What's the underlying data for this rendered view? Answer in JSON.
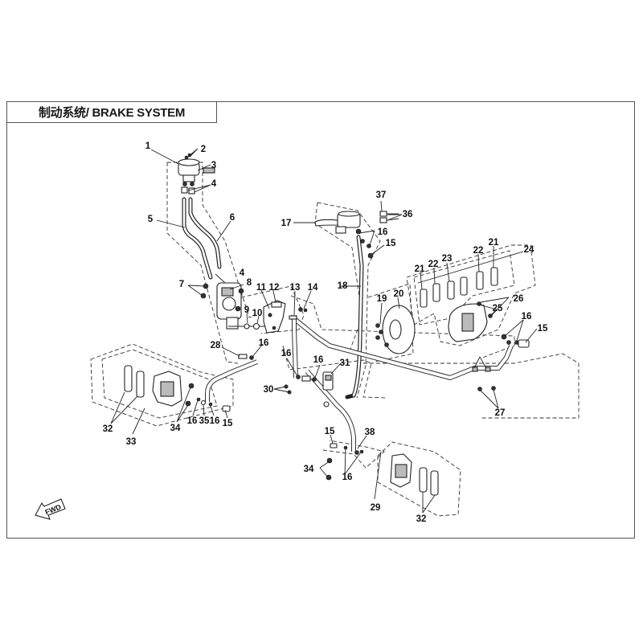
{
  "title": "制动系统/ BRAKE SYSTEM",
  "fwd_label": "FWD",
  "callouts": [
    {
      "id": "c1",
      "text": "1"
    },
    {
      "id": "c2",
      "text": "2"
    },
    {
      "id": "c3",
      "text": "3"
    },
    {
      "id": "c4a",
      "text": "4"
    },
    {
      "id": "c5",
      "text": "5"
    },
    {
      "id": "c6",
      "text": "6"
    },
    {
      "id": "c4b",
      "text": "4"
    },
    {
      "id": "c7",
      "text": "7"
    },
    {
      "id": "c8",
      "text": "8"
    },
    {
      "id": "c9",
      "text": "9"
    },
    {
      "id": "c10",
      "text": "10"
    },
    {
      "id": "c11",
      "text": "11"
    },
    {
      "id": "c12",
      "text": "12"
    },
    {
      "id": "c13",
      "text": "13"
    },
    {
      "id": "c14",
      "text": "14"
    },
    {
      "id": "c15a",
      "text": "15"
    },
    {
      "id": "c16a",
      "text": "16"
    },
    {
      "id": "c17",
      "text": "17"
    },
    {
      "id": "c18",
      "text": "18"
    },
    {
      "id": "c19",
      "text": "19"
    },
    {
      "id": "c20",
      "text": "20"
    },
    {
      "id": "c21a",
      "text": "21"
    },
    {
      "id": "c22a",
      "text": "22"
    },
    {
      "id": "c23",
      "text": "23"
    },
    {
      "id": "c22b",
      "text": "22"
    },
    {
      "id": "c21b",
      "text": "21"
    },
    {
      "id": "c24",
      "text": "24"
    },
    {
      "id": "c25",
      "text": "25"
    },
    {
      "id": "c26",
      "text": "26"
    },
    {
      "id": "c16b",
      "text": "16"
    },
    {
      "id": "c15b",
      "text": "15"
    },
    {
      "id": "c27",
      "text": "27"
    },
    {
      "id": "c28",
      "text": "28"
    },
    {
      "id": "c16c",
      "text": "16"
    },
    {
      "id": "c16d",
      "text": "16"
    },
    {
      "id": "c16e",
      "text": "16"
    },
    {
      "id": "c31",
      "text": "31"
    },
    {
      "id": "c30",
      "text": "30"
    },
    {
      "id": "c32a",
      "text": "32"
    },
    {
      "id": "c33",
      "text": "33"
    },
    {
      "id": "c34a",
      "text": "34"
    },
    {
      "id": "c16f",
      "text": "16"
    },
    {
      "id": "c35",
      "text": "35"
    },
    {
      "id": "c16g",
      "text": "16"
    },
    {
      "id": "c15c",
      "text": "15"
    },
    {
      "id": "c36",
      "text": "36"
    },
    {
      "id": "c37",
      "text": "37"
    },
    {
      "id": "c15d",
      "text": "15"
    },
    {
      "id": "c38",
      "text": "38"
    },
    {
      "id": "c34b",
      "text": "34"
    },
    {
      "id": "c16h",
      "text": "16"
    },
    {
      "id": "c29",
      "text": "29"
    },
    {
      "id": "c32b",
      "text": "32"
    }
  ]
}
